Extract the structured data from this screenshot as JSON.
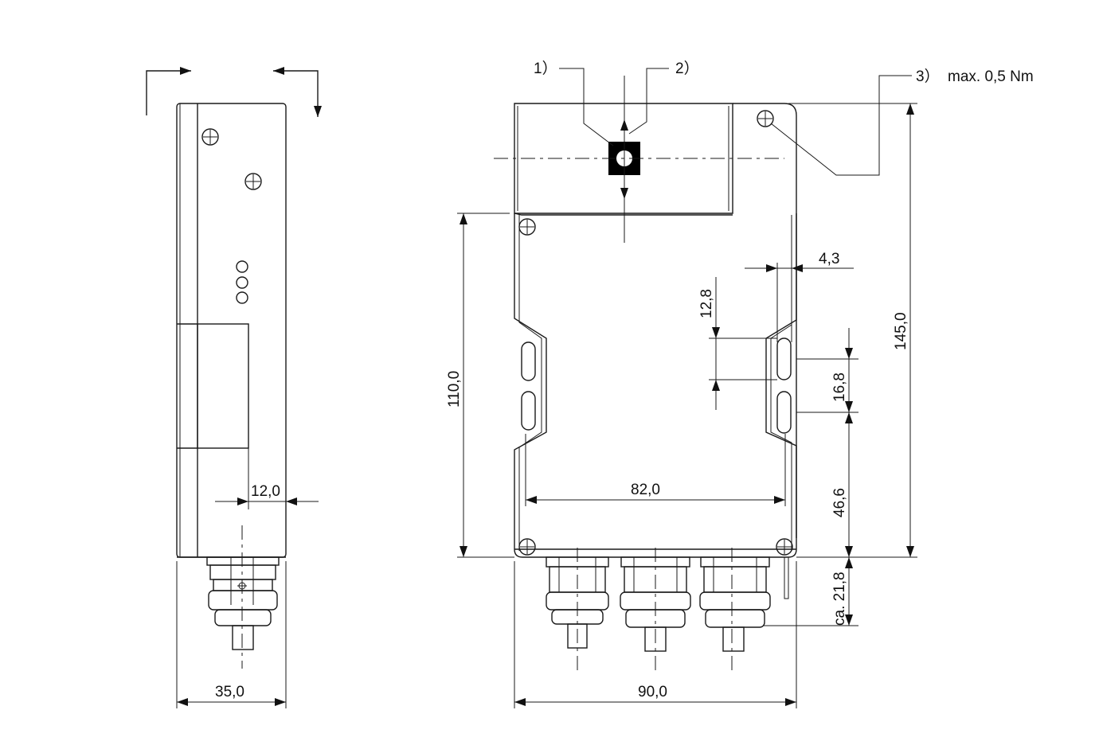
{
  "callouts": {
    "c1": "1）",
    "c2": "2）",
    "c3": "3）",
    "c3_note": "max. 0,5 Nm"
  },
  "dimensions": {
    "side_width": "35,0",
    "side_offset": "12,0",
    "front_width": "90,0",
    "inner_width": "82,0",
    "height_total": "145,0",
    "height_body": "110,0",
    "hole_edge": "4,3",
    "slot_length": "12,8",
    "slot_pitch": "16,8",
    "slot_to_bottom": "46,6",
    "gland_depth": "ca. 21,8"
  },
  "colors": {
    "line": "#1a1a1a",
    "background": "#ffffff",
    "marker": "#000000"
  }
}
